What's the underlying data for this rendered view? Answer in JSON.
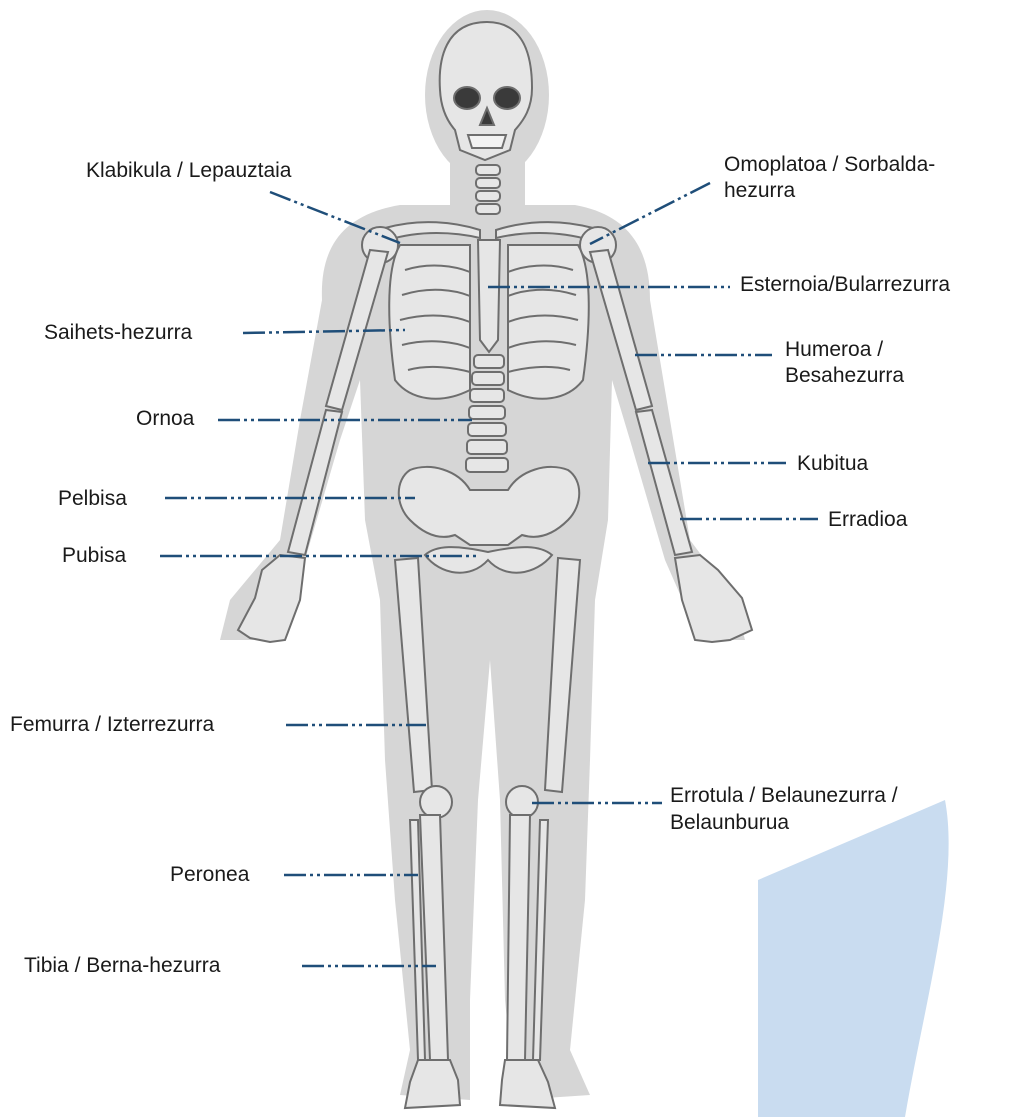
{
  "colors": {
    "leader_line": "#1f4e79",
    "silhouette": "#d6d6d6",
    "bone": "#e6e6e6",
    "bone_outline": "#6e6e6e",
    "accent_shape": "#c9dcf0"
  },
  "labels": {
    "clavicle": "Klabikula / Lepauztaia",
    "scapula_1": "Omoplatoa / Sorbalda-",
    "scapula_2": "hezurra",
    "sternum": "Esternoia/Bularrezurra",
    "rib": "Saihets-hezurra",
    "humerus_1": "Humeroa /",
    "humerus_2": "Besahezurra",
    "vertebra": "Ornoa",
    "ulna": "Kubitua",
    "pelvis": "Pelbisa",
    "radius": "Erradioa",
    "pubis": "Pubisa",
    "femur": "Femurra / Izterrezurra",
    "patella_1": "Errotula / Belaunezurra /",
    "patella_2": "Belaunburua",
    "fibula": "Peronea",
    "tibia": "Tibia / Berna-hezurra"
  }
}
